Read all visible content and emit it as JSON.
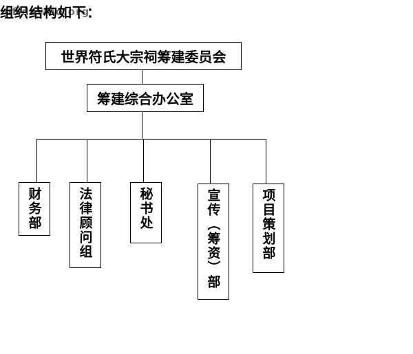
{
  "heading": "组织结构如下：",
  "watermark": "ufidawho.org",
  "root": {
    "label": "世界符氏大宗祠筹建委员会"
  },
  "office": {
    "label": "筹建综合办公室"
  },
  "departments": [
    {
      "label": "财务部"
    },
    {
      "label": "法律顾问组"
    },
    {
      "label": "秘书处"
    },
    {
      "label": "宣传（筹资）部"
    },
    {
      "label": "项目策划部"
    }
  ]
}
